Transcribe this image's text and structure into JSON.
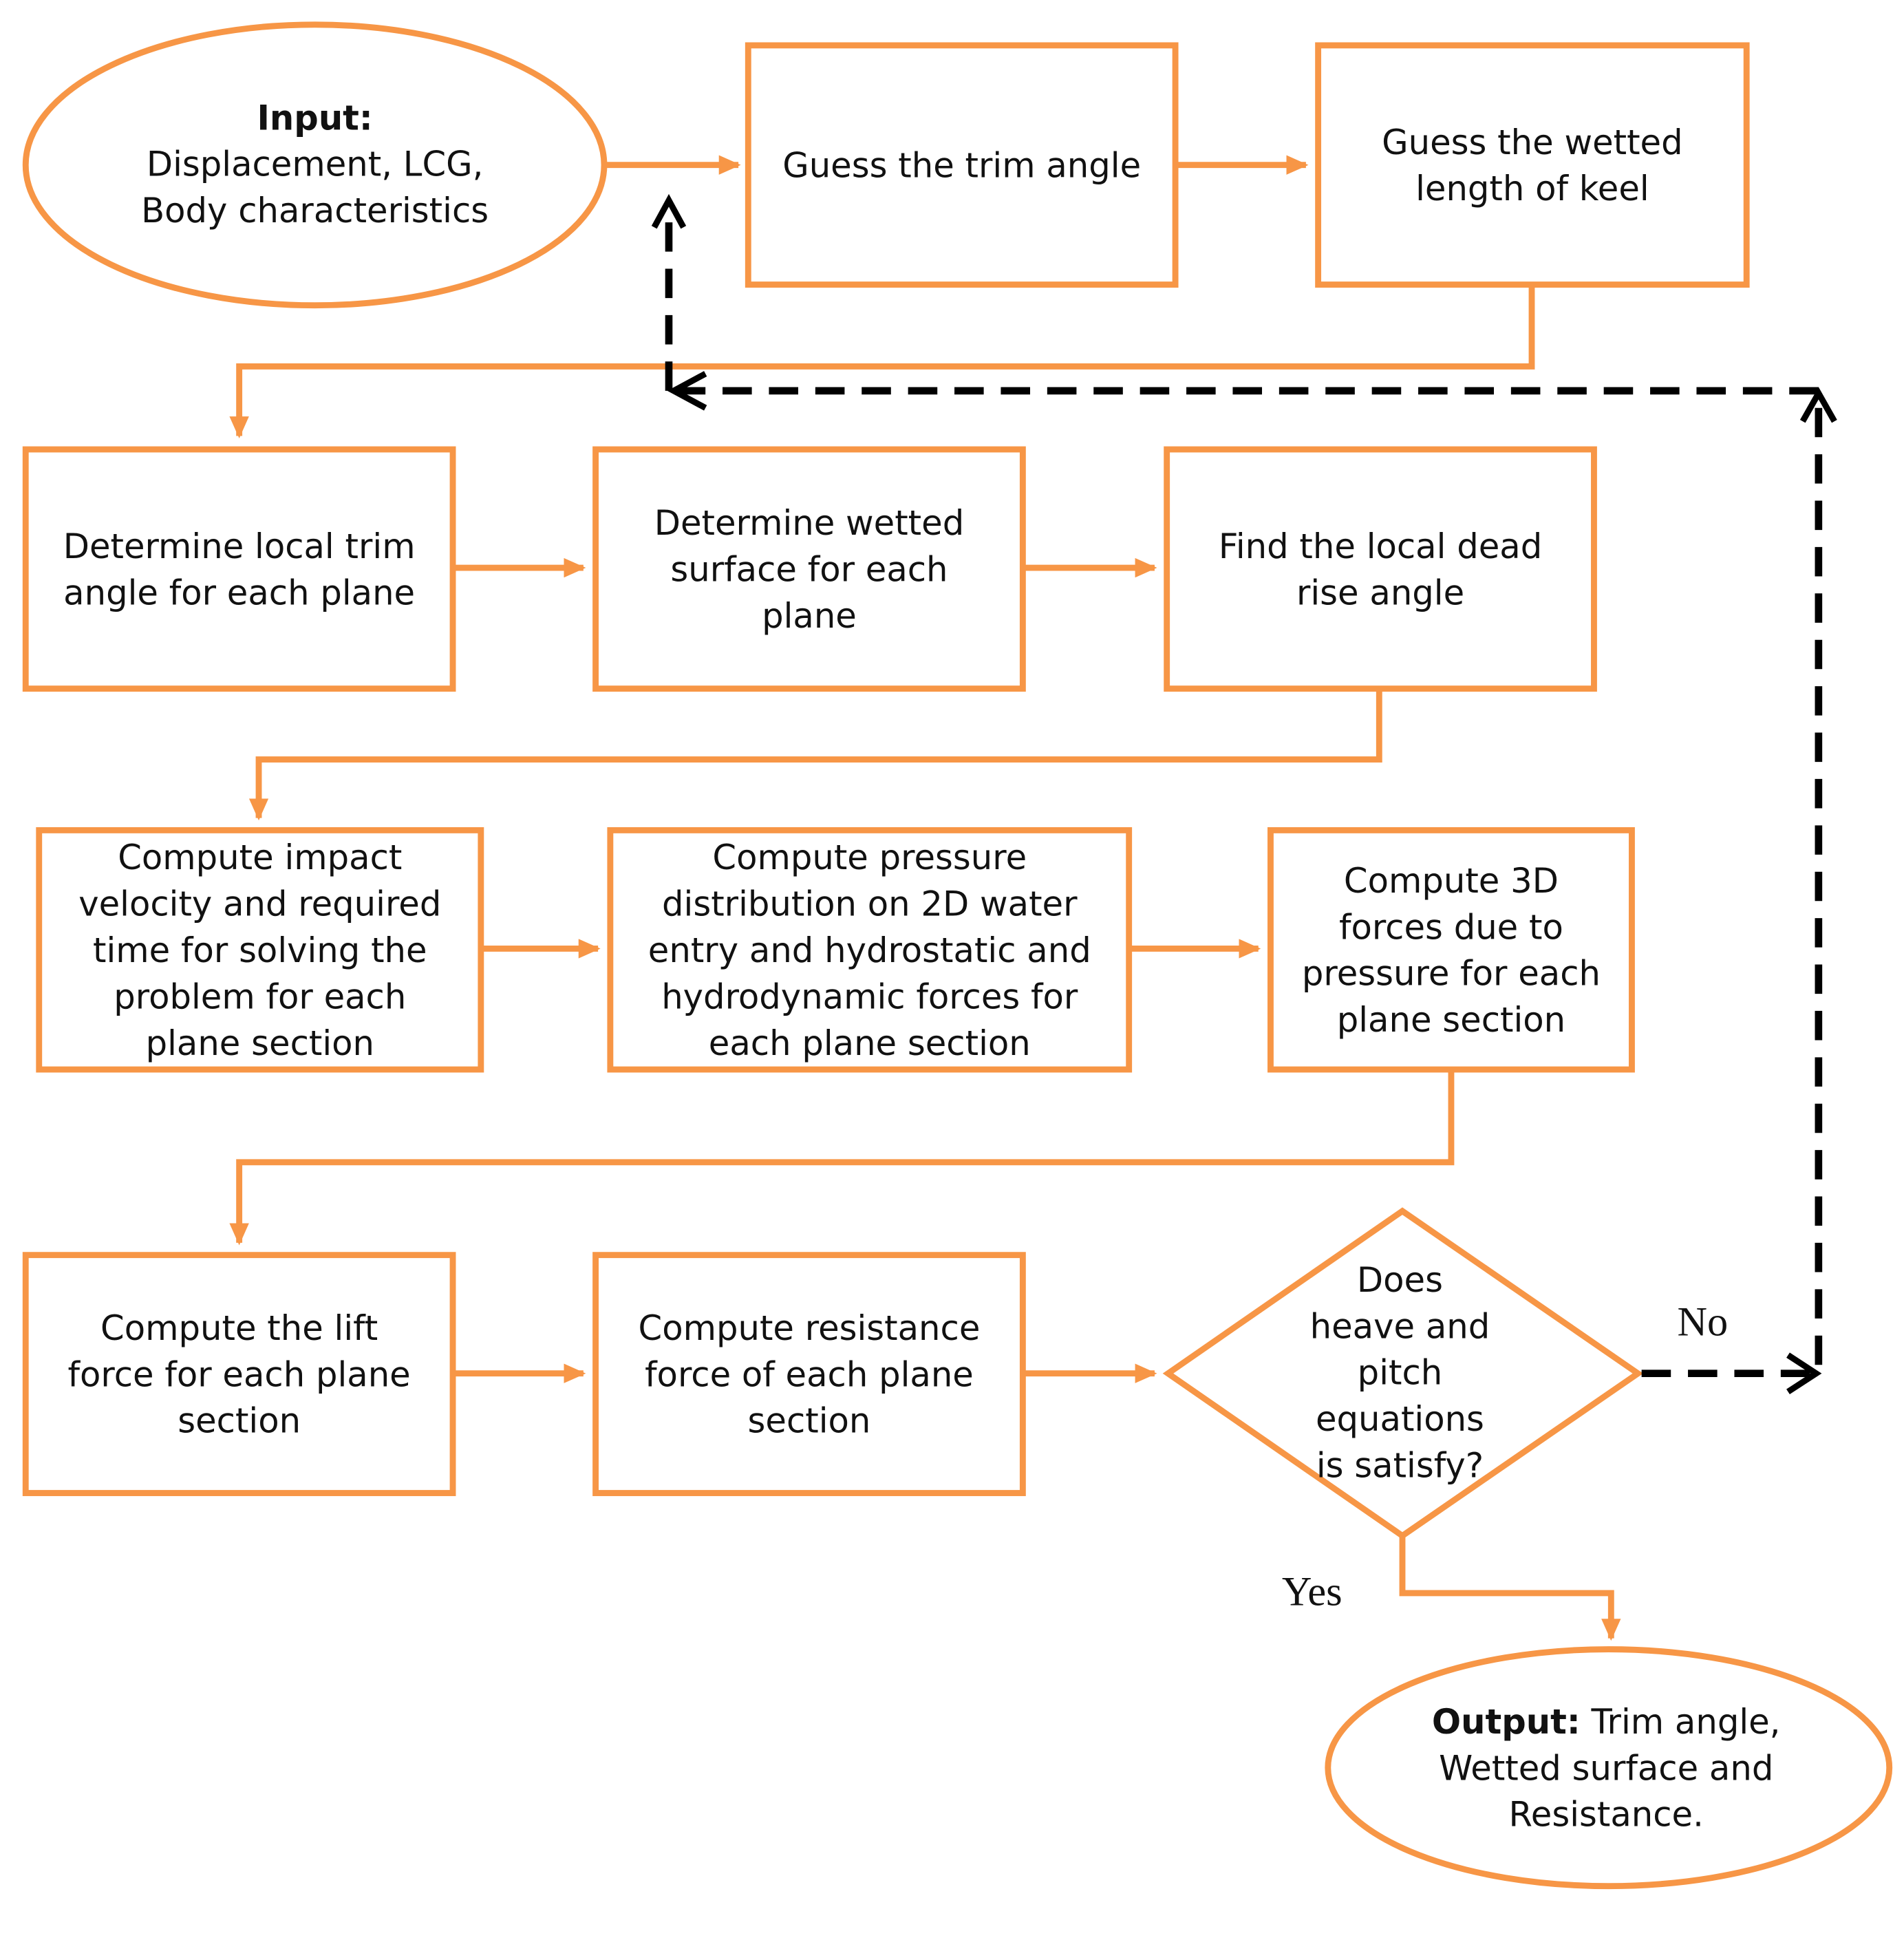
{
  "colors": {
    "node_stroke": "#F79646",
    "loop_line": "#000000"
  },
  "input": {
    "bold": "Input:",
    "lines": [
      "Displacement, LCG,",
      "Body characteristics"
    ]
  },
  "nodes": {
    "guess_trim": [
      "Guess the trim angle"
    ],
    "guess_keel": [
      "Guess the wetted",
      "length of keel"
    ],
    "local_trim": [
      "Determine local trim",
      "angle for each plane"
    ],
    "wetted_surface": [
      "Determine wetted",
      "surface for each",
      "plane"
    ],
    "dead_rise": [
      "Find the local dead",
      "rise angle"
    ],
    "impact_velocity": [
      "Compute impact",
      "velocity and required",
      "time for solving the",
      "problem for each",
      "plane section"
    ],
    "pressure": [
      "Compute pressure",
      "distribution on 2D water",
      "entry and hydrostatic and",
      "hydrodynamic forces for",
      "each plane section"
    ],
    "forces_3d": [
      "Compute 3D",
      "forces due to",
      "pressure for each",
      "plane section"
    ],
    "lift": [
      "Compute the lift",
      "force for each plane",
      "section"
    ],
    "resistance": [
      "Compute resistance",
      "force of each plane",
      "section"
    ],
    "decision": [
      "Does",
      "heave and",
      "pitch",
      "equations",
      "is satisfy?"
    ]
  },
  "output": {
    "bold": "Output:",
    "first_rest": " Trim angle,",
    "lines": [
      "Wetted surface and",
      "Resistance."
    ]
  },
  "labels": {
    "yes": "Yes",
    "no": "No"
  }
}
